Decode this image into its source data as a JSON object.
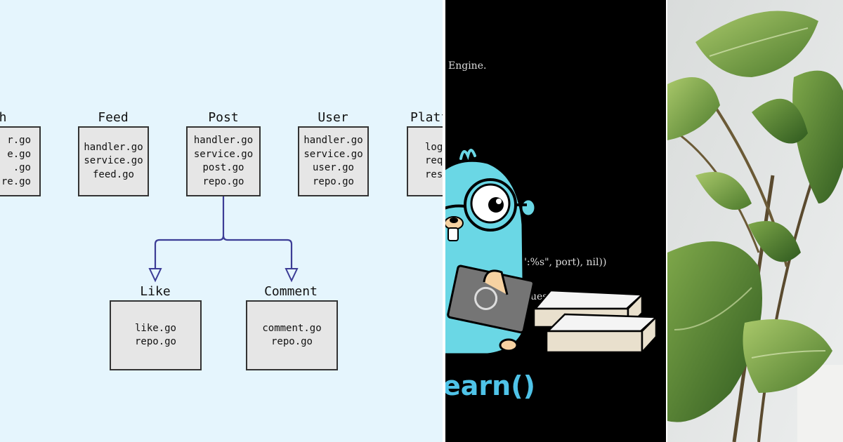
{
  "diagram": {
    "modules": [
      {
        "title": "h",
        "files": [
          "r.go",
          "e.go",
          ".go",
          "re.go"
        ]
      },
      {
        "title": "Feed",
        "files": [
          "handler.go",
          "service.go",
          "feed.go"
        ]
      },
      {
        "title": "Post",
        "files": [
          "handler.go",
          "service.go",
          "post.go",
          "repo.go"
        ]
      },
      {
        "title": "User",
        "files": [
          "handler.go",
          "service.go",
          "user.go",
          "repo.go"
        ]
      },
      {
        "title": "Platf",
        "files": [
          "log",
          "req",
          "resp"
        ]
      }
    ],
    "submodules": [
      {
        "title": "Like",
        "files": [
          "like.go",
          "repo.go"
        ]
      },
      {
        "title": "Comment",
        "files": [
          "comment.go",
          "repo.go"
        ]
      }
    ],
    "colors": {
      "background": "#e5f5fd",
      "box": "#e6e6e6",
      "arrow": "#3c3c96"
    }
  },
  "gopher_panel": {
    "code_line_1": "Engine.",
    "code_line_2": "(\":%s\", port), nil))",
    "code_line_3": "quest",
    "learn_text": "earn()",
    "colors": {
      "gopher": "#6ad7e5",
      "learn": "#4fc3e8"
    }
  },
  "photo_panel": {
    "subject": "arrowhead-plant-photo"
  }
}
